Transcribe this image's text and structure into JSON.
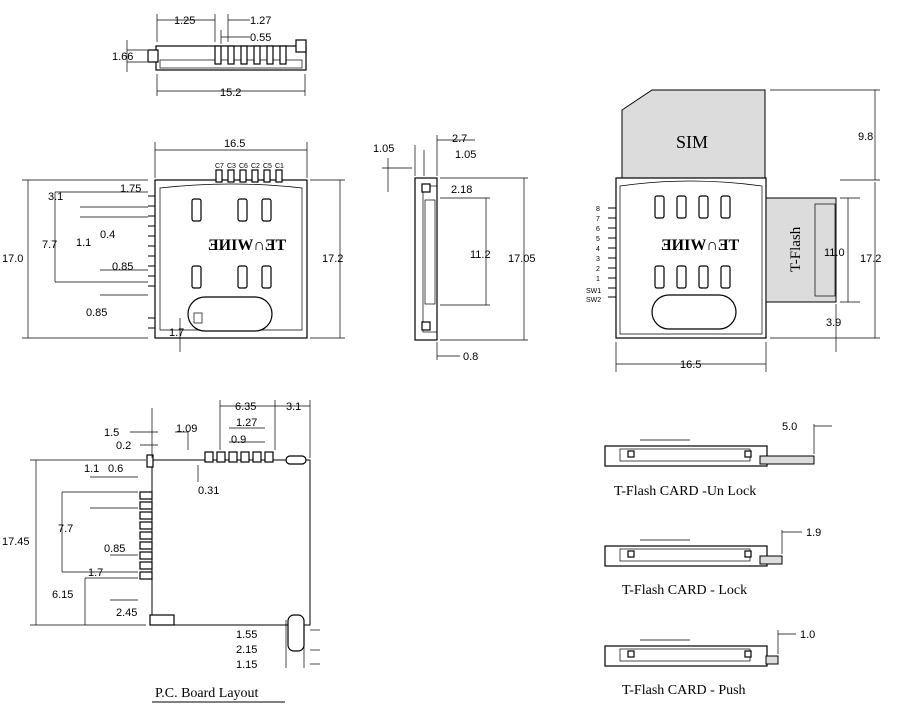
{
  "top_view": {
    "dims": [
      "1.25",
      "1.27",
      "0.55",
      "1.66",
      "15.2"
    ]
  },
  "front_view": {
    "dims": [
      "16.5",
      "3.1",
      "1.75",
      "7.7",
      "1.1",
      "0.4",
      "0.85",
      "0.85",
      "1.7",
      "17.0",
      "17.2"
    ],
    "pin_labels": [
      "C7",
      "C3",
      "C6",
      "C2",
      "C5",
      "C1"
    ],
    "logo": "ƎИIW∩ƎT"
  },
  "side_view": {
    "dims": [
      "2.7",
      "1.05",
      "1.05",
      "2.18",
      "11.2",
      "17.05",
      "0.8"
    ]
  },
  "card_view": {
    "sim_label": "SIM",
    "tflash_label": "T-Flash",
    "pin_numbers": [
      "8",
      "7",
      "6",
      "5",
      "4",
      "3",
      "2",
      "1",
      "SW1",
      "SW2"
    ],
    "dims": [
      "9.8",
      "11.0",
      "17.2",
      "3.9",
      "16.5"
    ]
  },
  "pcb_layout": {
    "title": "P.C. Board Layout",
    "dims": [
      "6.35",
      "3.1",
      "1.5",
      "1.09",
      "0.2",
      "1.27",
      "0.9",
      "0.31",
      "1.1",
      "0.6",
      "7.7",
      "17.45",
      "0.85",
      "1.7",
      "6.15",
      "2.45",
      "1.55",
      "2.15",
      "1.15"
    ]
  },
  "tflash_states": [
    {
      "caption": "T-Flash CARD -Un Lock",
      "dim": "5.0"
    },
    {
      "caption": "T-Flash CARD - Lock",
      "dim": "1.9"
    },
    {
      "caption": "T-Flash CARD - Push",
      "dim": "1.0"
    }
  ]
}
